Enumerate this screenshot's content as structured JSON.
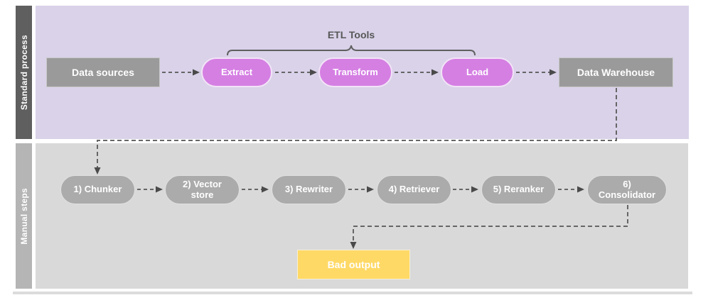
{
  "lanes": {
    "standard": {
      "label": "Standard process",
      "bracket_label": "ETL Tools",
      "nodes": {
        "data_sources": "Data sources",
        "extract": "Extract",
        "transform": "Transform",
        "load": "Load",
        "data_warehouse": "Data Warehouse"
      }
    },
    "manual": {
      "label": "Manual steps",
      "nodes": {
        "chunker": "1) Chunker",
        "vector_store": "2) Vector store",
        "rewriter": "3) Rewriter",
        "retriever": "4) Retriever",
        "reranker": "5) Reranker",
        "consolidator": "6) Consolidator"
      },
      "bad_output": "Bad output"
    }
  },
  "colors": {
    "standard_lane_bg": "#d9d2e9",
    "standard_sidebar_bg": "#5f5f5f",
    "manual_lane_bg": "#d9d9d9",
    "manual_sidebar_bg": "#b5b5b5",
    "etl_node_fill": "#d57fe3",
    "gray_node_fill": "#9a9a9a",
    "manual_node_fill": "#ababab",
    "bad_output_fill": "#ffd966",
    "connector_color": "#666666",
    "arrowhead_color": "#4a4a4a",
    "node_text_color": "#ffffff",
    "bracket_label_color": "#575757"
  }
}
